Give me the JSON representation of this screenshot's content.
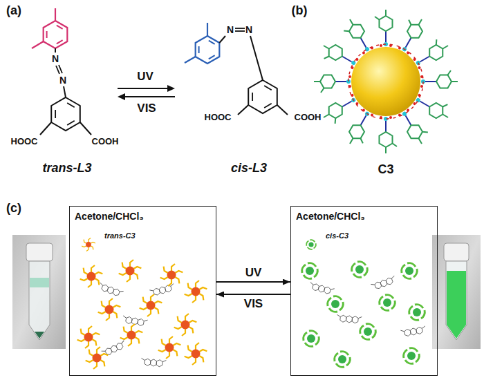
{
  "diagram": {
    "nodes": [
      {
        "text": [
          "Acetone/CHCl₃",
          "trans-C3"
        ]
      },
      {
        "text": [
          "Acetone/CHCl₃",
          "cis-C3"
        ]
      }
    ],
    "edges": [
      {
        "from": 0,
        "to": 1,
        "arrow": "to",
        "label": "UV"
      },
      {
        "from": 1,
        "to": 0,
        "arrow": "to",
        "label": "VIS"
      }
    ],
    "labels": [
      "(a)",
      "(b)",
      "(c)",
      "N",
      "N",
      "HOOC",
      "COOH",
      "trans-L3",
      "UV",
      "VIS",
      "N",
      "N",
      "HOOC",
      "COOH",
      "cis-L3",
      "C3"
    ]
  }
}
